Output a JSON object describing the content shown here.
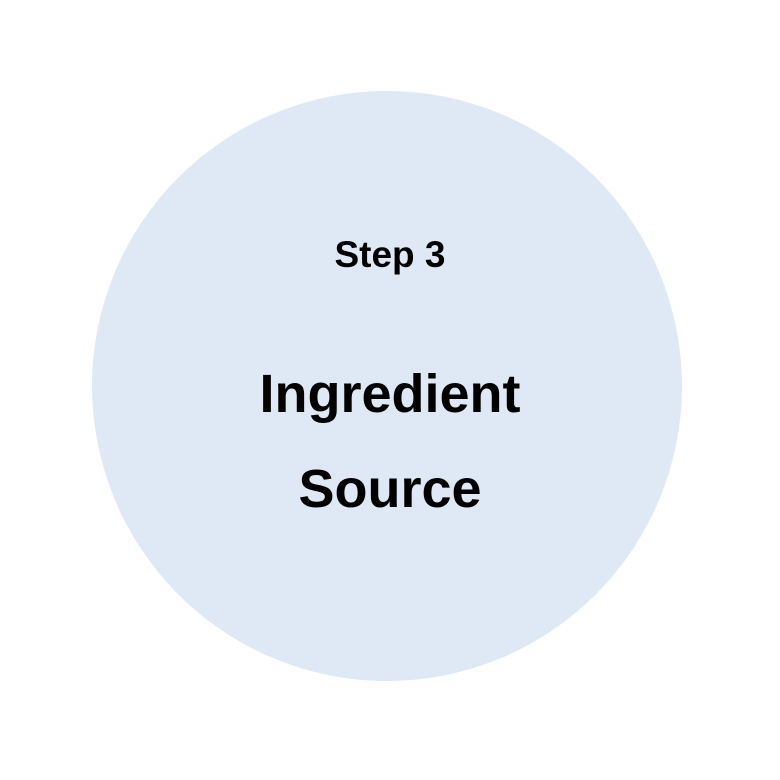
{
  "step": {
    "label": "Step 3",
    "title_lines": [
      "Ingredient",
      "Source"
    ]
  },
  "colors": {
    "circle_fill": "#dee9f5",
    "text": "#000000",
    "background": "#ffffff"
  }
}
